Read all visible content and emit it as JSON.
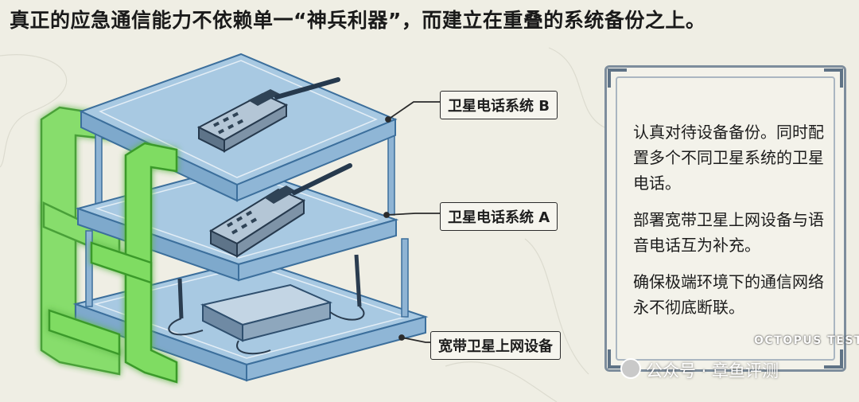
{
  "title": "真正的应急通信能力不依赖单一“神兵利器”，而建立在重叠的系统备份之上。",
  "labels": {
    "layer_top": "卫星电话系统 B",
    "layer_mid": "卫星电话系统 A",
    "layer_bottom": "宽带卫星上网设备"
  },
  "card": {
    "p1": "认真对待设备备份。同时配置多个不同卫星系统的卫星电话。",
    "p2": "部署宽带卫星上网设备与语音电话互为补充。",
    "p3": "确保极端环境下的通信网络永不彻底断联。"
  },
  "watermark": {
    "text": "公众号 · 章鱼评测",
    "badge": "OCTOPUS TEST"
  },
  "colors": {
    "accent_green": "#4fc83c",
    "tray_blue": "#9dc2de",
    "tray_edge": "#3c6f9c",
    "device_grey": "#5a6d80"
  }
}
